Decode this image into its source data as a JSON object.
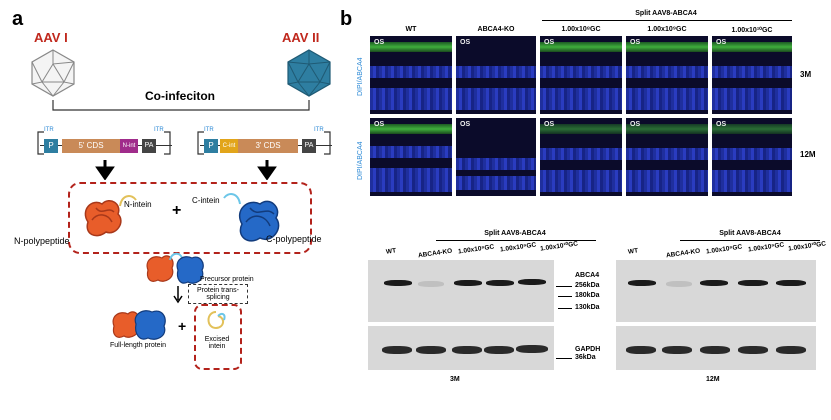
{
  "panel_a": {
    "letter": "a",
    "aav1": "AAV I",
    "aav2": "AAV II",
    "coinfection": "Co-infeciton",
    "construct1": {
      "itr_l": "ITR",
      "promoter": "P",
      "cds": "5' CDS",
      "intein": "N-int",
      "pa": "PA",
      "itr_r": "ITR"
    },
    "construct2": {
      "itr_l": "ITR",
      "promoter": "P",
      "intein": "C-int",
      "cds": "3' CDS",
      "pa": "PA",
      "itr_r": "ITR"
    },
    "n_intein": "N-intein",
    "c_intein": "C-intein",
    "n_polypeptide": "N-polypeptide",
    "c_polypeptide": "C-polypeptide",
    "precursor": "Precursor protein",
    "splicing": "Protein trans-splicing",
    "full_length": "Full-length protein",
    "excised": "Excised intein"
  },
  "panel_b": {
    "letter": "b",
    "col_wt": "WT",
    "col_ko": "ABCA4-KO",
    "col_group": "Split AAV8-ABCA4",
    "col_dose1": "1.00x10⁸GC",
    "col_dose2": "1.00x10⁹GC",
    "col_dose3": "1.00x10¹⁰GC",
    "os": "OS",
    "ylabel": "DIPI/ABCA4",
    "row1": "3M",
    "row2": "12M"
  },
  "western": {
    "group": "Split AAV8-ABCA4",
    "lanes": [
      "WT",
      "ABCA4-KO",
      "1.00x10⁸GC",
      "1.00x10⁹GC",
      "1.00x10¹⁰GC"
    ],
    "abca4": "ABCA4",
    "m256": "256kDa",
    "m180": "180kDa",
    "m130": "130kDa",
    "gapdh": "GAPDH",
    "m36": "36kDa",
    "left_label": "3M",
    "right_label": "12M"
  }
}
